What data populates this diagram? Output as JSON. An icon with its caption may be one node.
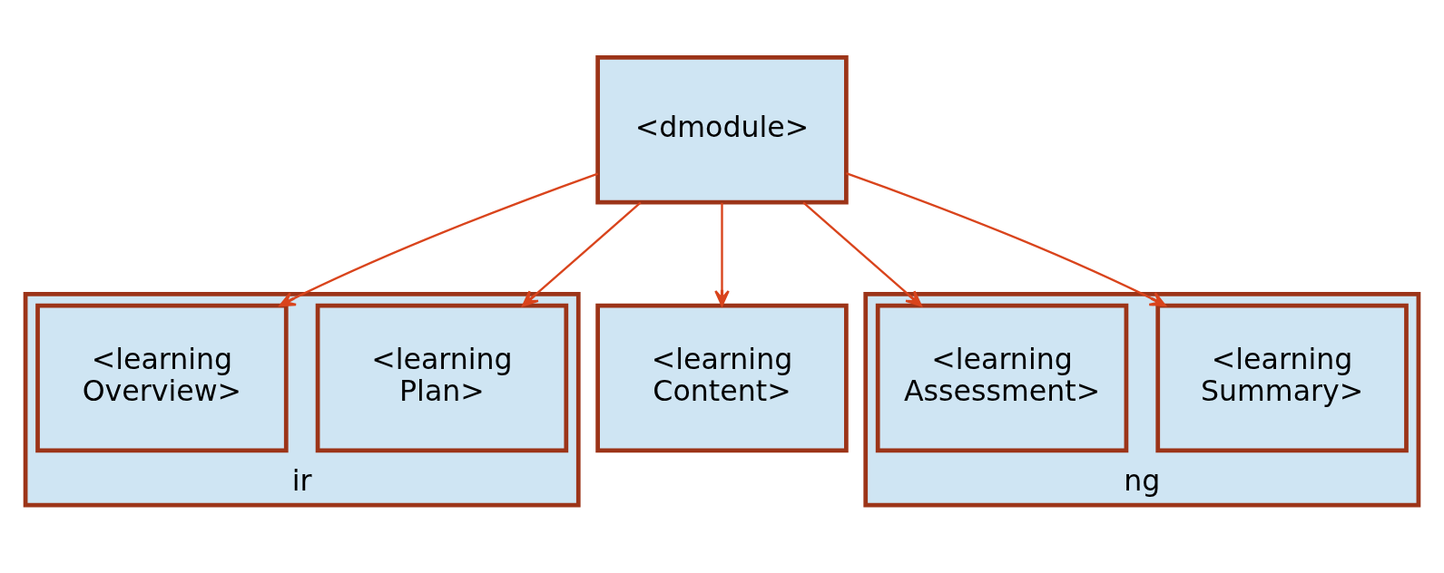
{
  "diagram": {
    "nodes": [
      {
        "text": [
          "<dmodule>"
        ]
      },
      {
        "text": [
          "ir"
        ]
      },
      {
        "text": [
          "<learning Plan>"
        ],
        "in": 1
      },
      {
        "text": [
          "<learning Overview>"
        ],
        "in": 1
      },
      {
        "text": [
          "<learning Content>"
        ]
      },
      {
        "text": [
          "ng"
        ]
      },
      {
        "text": [
          "<learning Summary>"
        ],
        "in": 5
      },
      {
        "text": [
          "<learning Assessment>"
        ],
        "in": 5
      }
    ],
    "edges": [
      {
        "from": 0,
        "to": 2,
        "arrow": "to"
      },
      {
        "from": 0,
        "to": 3,
        "arrow": "to"
      },
      {
        "from": 0,
        "to": 4,
        "arrow": "to"
      },
      {
        "from": 0,
        "to": 6,
        "arrow": "to"
      },
      {
        "from": 0,
        "to": 7,
        "arrow": "to"
      }
    ]
  }
}
